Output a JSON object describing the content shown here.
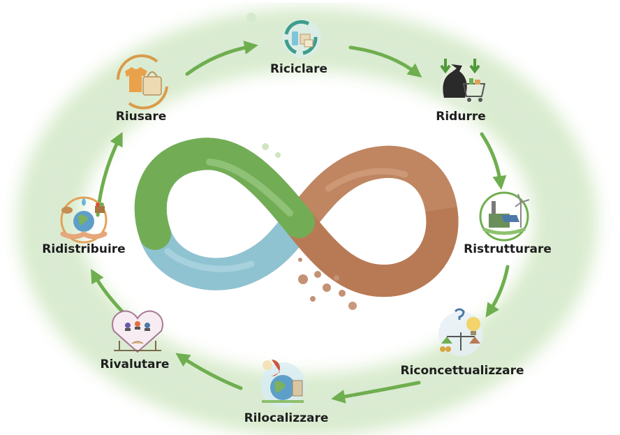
{
  "diagram": {
    "center": {
      "icon": "infinity-symbol-icon"
    },
    "colors": {
      "arrow": "#6fae4f",
      "ring_wash": "#cfe6c2",
      "infinity_green": "#6aa84f",
      "infinity_blue": "#8ec3d4",
      "infinity_brown": "#b77a55"
    },
    "steps": [
      {
        "label": "Riciclare",
        "icon": "recycle-materials-icon"
      },
      {
        "label": "Ridurre",
        "icon": "trash-bag-cart-icon"
      },
      {
        "label": "Ristrutturare",
        "icon": "green-factory-icon"
      },
      {
        "label": "Riconcettualizzare",
        "icon": "idea-balance-icon"
      },
      {
        "label": "Rilocalizzare",
        "icon": "local-map-pin-icon"
      },
      {
        "label": "Rivalutare",
        "icon": "community-scales-icon"
      },
      {
        "label": "Ridistribuire",
        "icon": "hands-globe-icon"
      },
      {
        "label": "Riusare",
        "icon": "shirt-bag-icon"
      }
    ]
  }
}
